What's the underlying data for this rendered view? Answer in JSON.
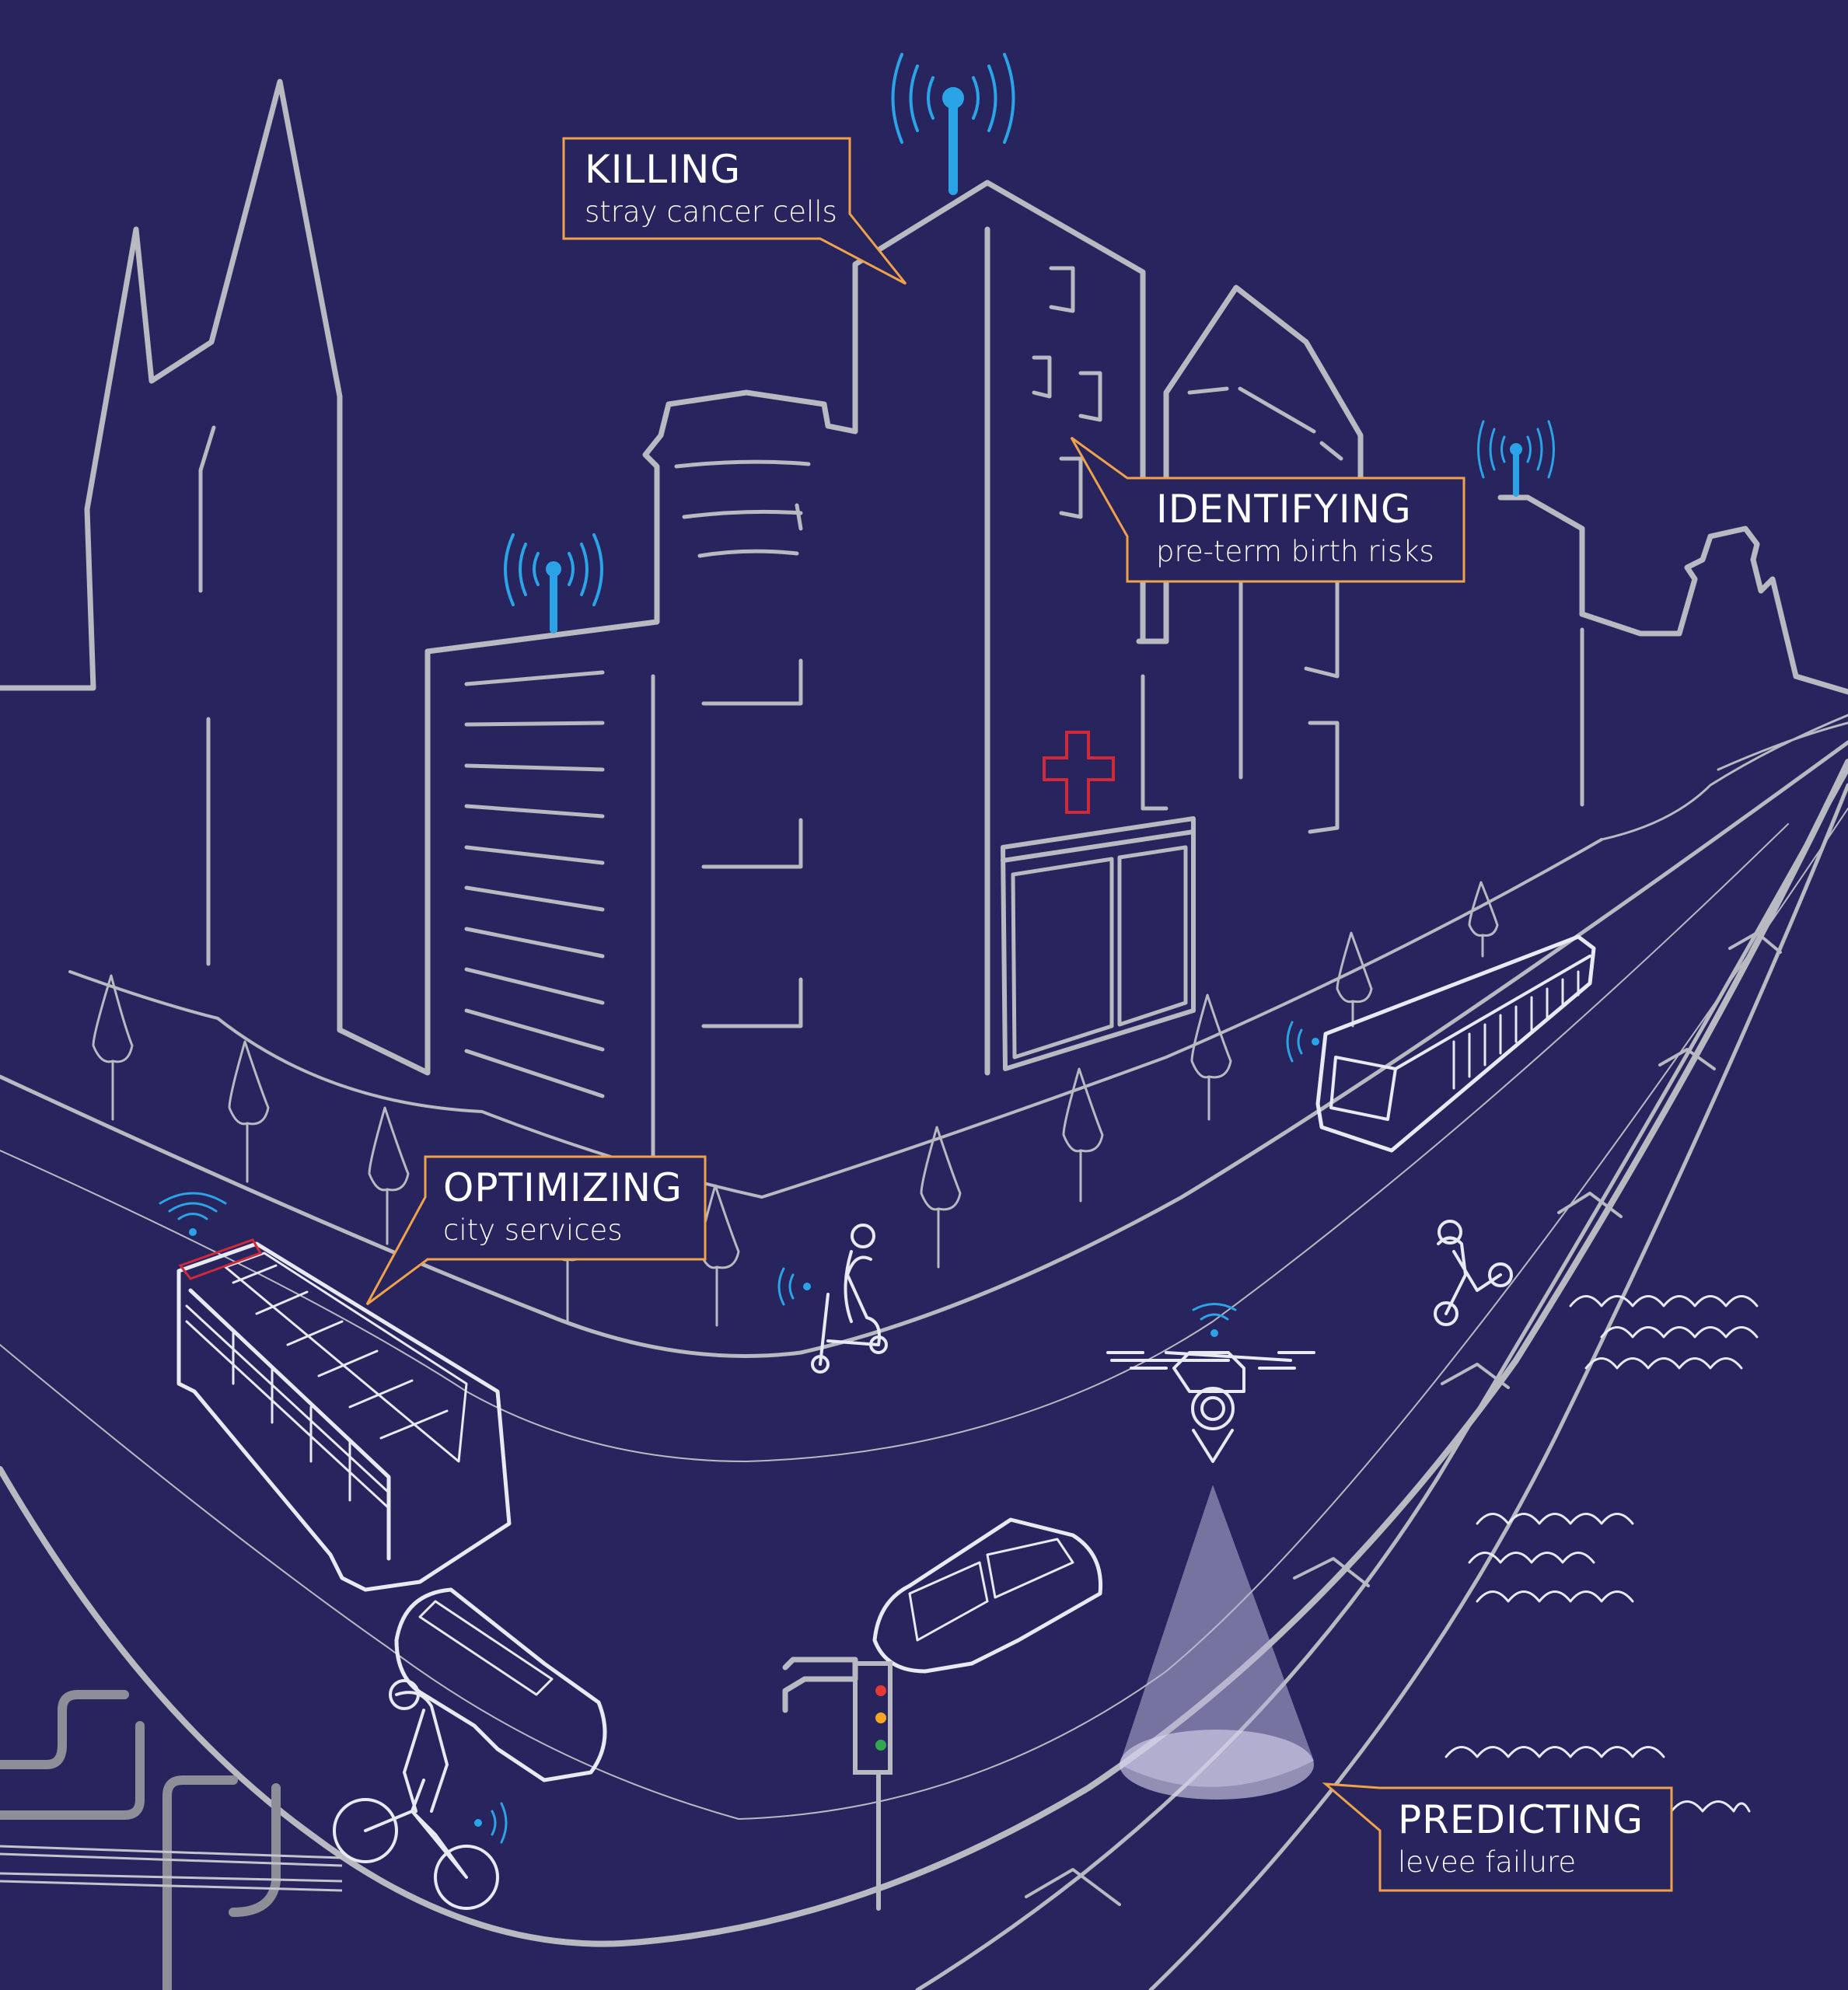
{
  "callouts": [
    {
      "id": "killing",
      "title": "KILLING",
      "subtitle": "stray cancer cells"
    },
    {
      "id": "identifying",
      "title": "IDENTIFYING",
      "subtitle": "pre-term birth risks"
    },
    {
      "id": "optimizing",
      "title": "OPTIMIZING",
      "subtitle": "city services"
    },
    {
      "id": "predicting",
      "title": "PREDICTING",
      "subtitle": "levee failure"
    }
  ],
  "colors": {
    "background": "#28245e",
    "line_gray": "#b9b9c2",
    "line_white": "#e9e9f2",
    "signal_blue": "#2aa4e6",
    "callout_border": "#f0a24a",
    "hospital_cross": "#d02a3a",
    "traffic_red": "#e53935",
    "traffic_amber": "#f5a623",
    "traffic_green": "#2fa84f"
  },
  "icons": [
    "antenna-icon",
    "wifi-signal-icon",
    "hospital-cross-icon",
    "drone-icon",
    "traffic-light-icon",
    "bus-icon",
    "car-icon",
    "cyclist-icon",
    "scooter-rider-icon",
    "tree-icon",
    "water-wave-icon"
  ]
}
